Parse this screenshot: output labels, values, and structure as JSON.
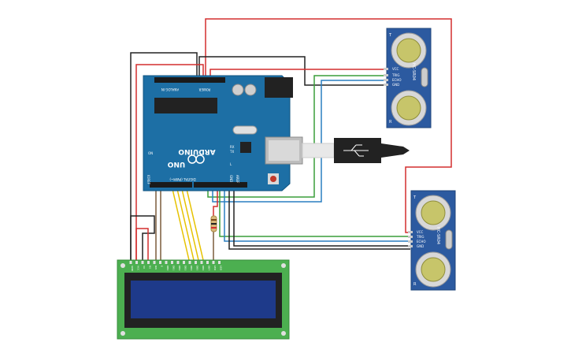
{
  "arduino": {
    "brand": "ARDUINO",
    "model": "UNO",
    "header_analog": "ANALOG IN",
    "header_power": "POWER",
    "header_digital": "DIGITAL (PWM~)",
    "label_on": "ON",
    "label_tx": "TX",
    "label_rx": "RX",
    "label_l": "L",
    "label_ioref": "IOREF",
    "label_aref": "AREF",
    "label_gnd": "GND"
  },
  "sensor_top": {
    "model": "HC-SR04",
    "pins": [
      "VCC",
      "TRIG",
      "ECHO",
      "GND"
    ],
    "label_t": "T",
    "label_r": "R"
  },
  "sensor_bottom": {
    "model": "HC-SR04",
    "pins": [
      "VCC",
      "TRIG",
      "ECHO",
      "GND"
    ],
    "label_t": "T",
    "label_r": "R"
  },
  "lcd": {
    "type": "16x2",
    "pin_labels": [
      "GND",
      "VCC",
      "V0",
      "RS",
      "RW",
      "E",
      "DB0",
      "DB1",
      "DB2",
      "DB3",
      "DB4",
      "DB5",
      "DB6",
      "DB7",
      "LED",
      "LED"
    ]
  },
  "wire_colors": {
    "red": "#d32f2f",
    "black": "#222222",
    "green": "#3a9e3a",
    "blue": "#2a7fc0",
    "yellow": "#e6c200",
    "brown": "#7a5a3a",
    "orange": "#f08020"
  }
}
